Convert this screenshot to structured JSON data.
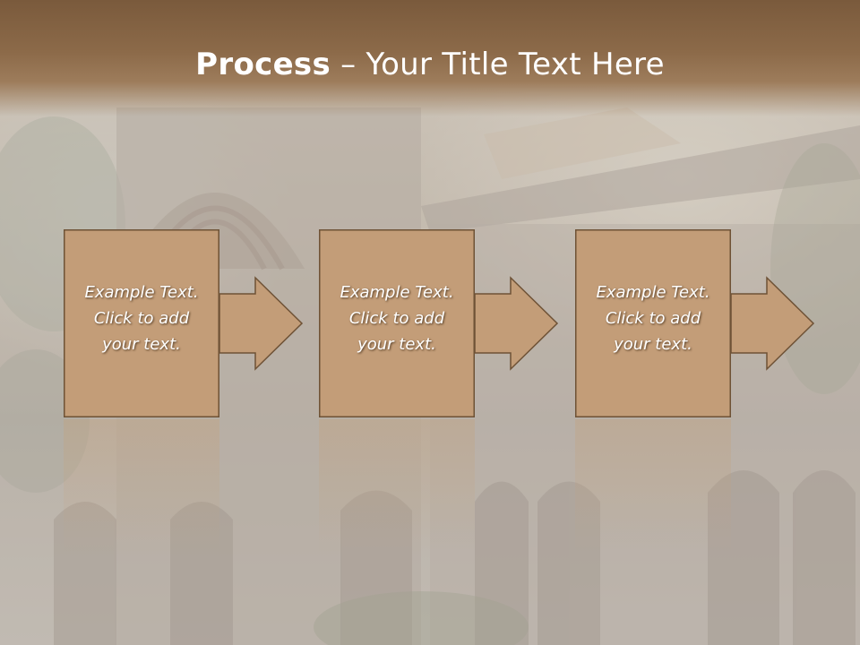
{
  "slide": {
    "title_bold": "Process",
    "title_rest": " – Your Title Text Here"
  },
  "steps": [
    {
      "line1": "Example Text.",
      "line2": "Click  to add",
      "line3": "your text."
    },
    {
      "line1": "Example Text.",
      "line2": "Click  to add",
      "line3": "your text."
    },
    {
      "line1": "Example Text.",
      "line2": "Click  to add",
      "line3": "your text."
    }
  ],
  "colors": {
    "banner": "#8c6a49",
    "box_fill": "#c39d78",
    "box_border": "#6e5236",
    "text": "#ffffff"
  }
}
